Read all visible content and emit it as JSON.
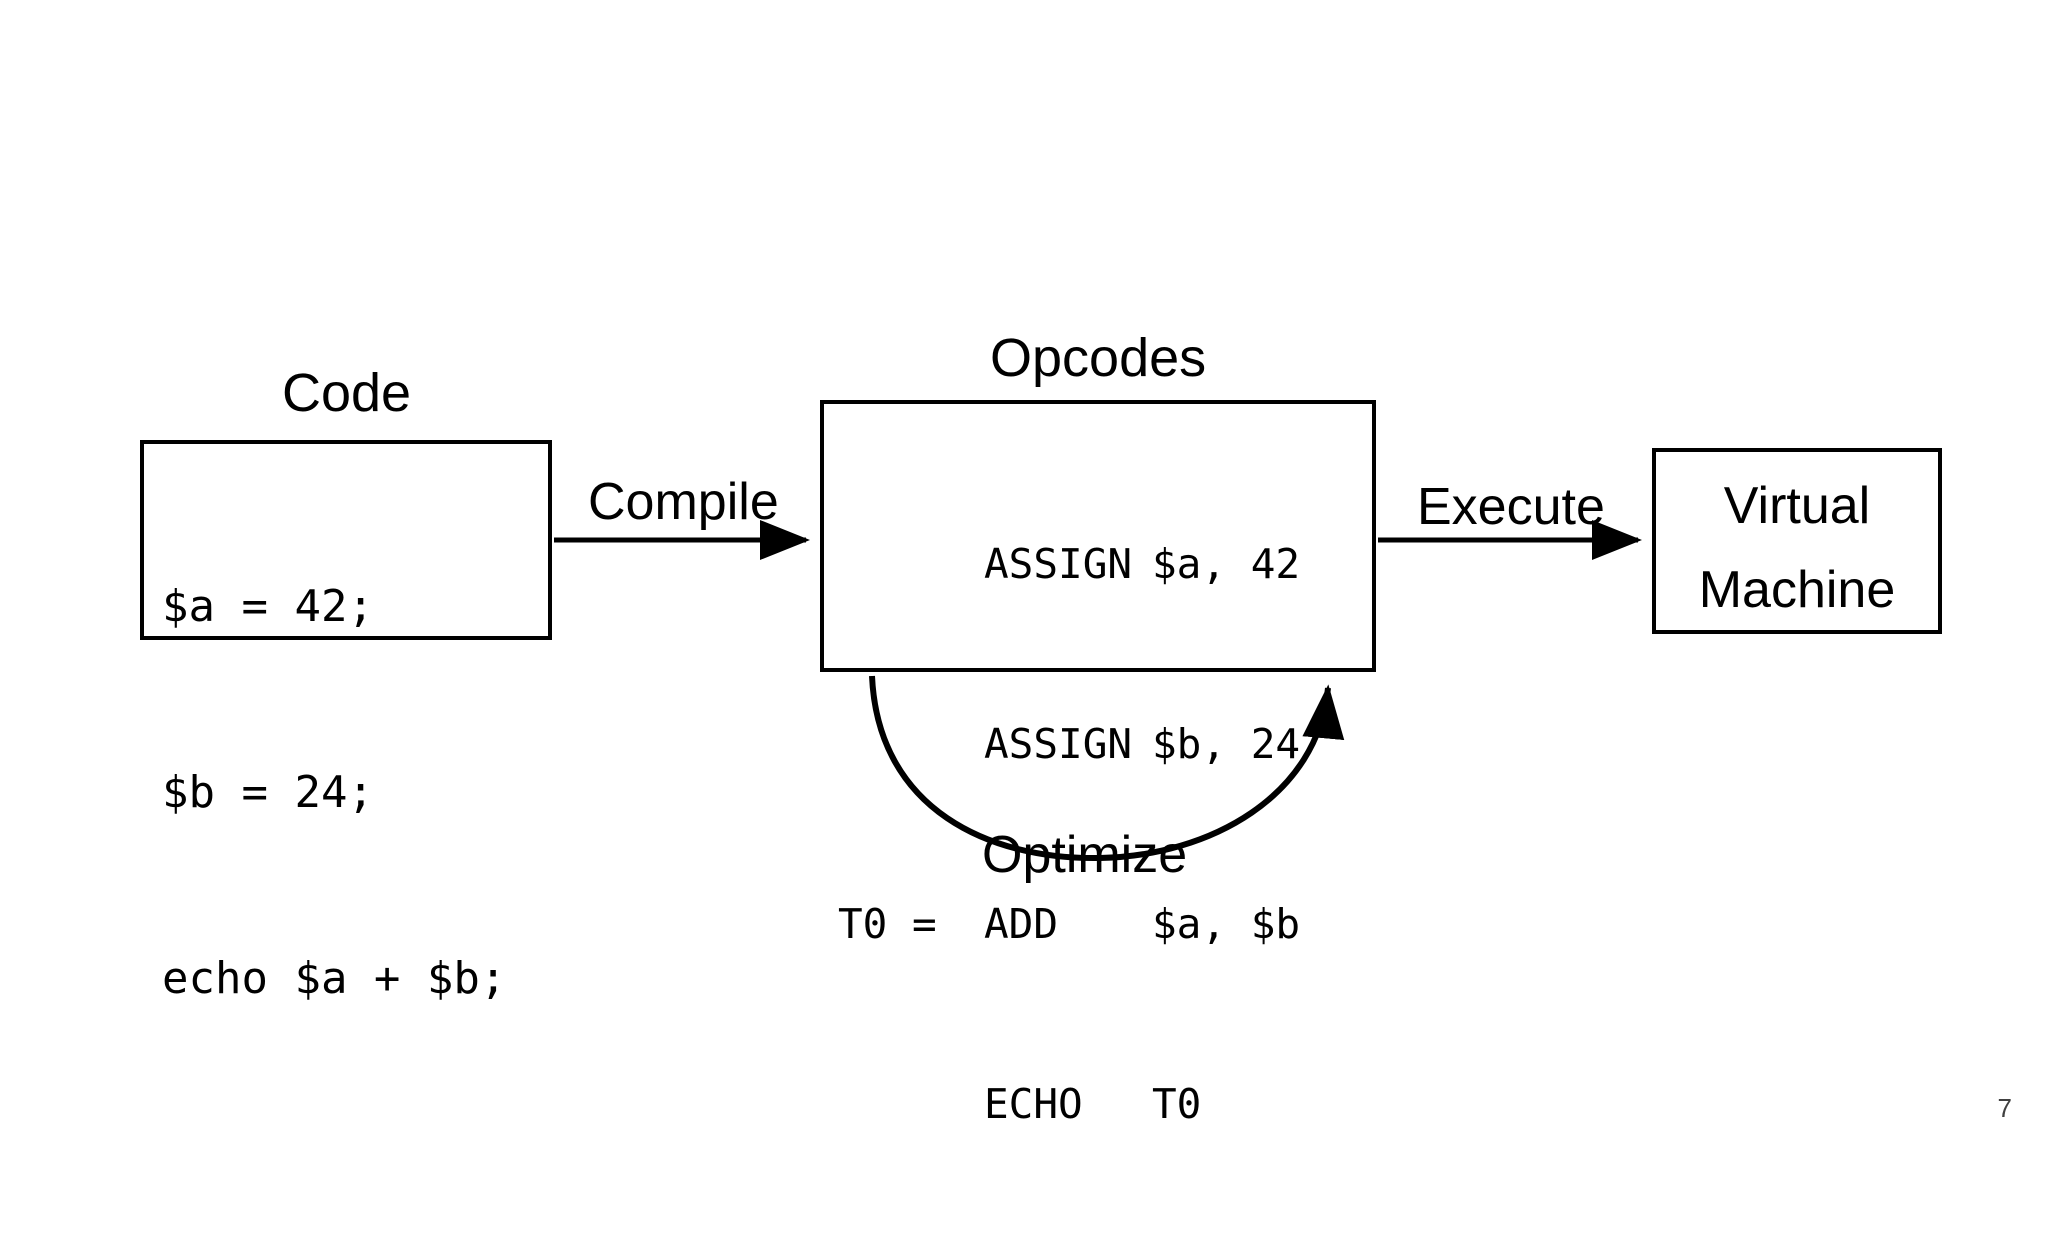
{
  "slide": {
    "page_number": "7",
    "background_color": "#ffffff",
    "stroke_color": "#000000"
  },
  "code_block": {
    "title": "Code",
    "lines": [
      "$a = 42;",
      "$b = 24;",
      "echo $a + $b;"
    ]
  },
  "opcodes_block": {
    "title": "Opcodes",
    "rows": [
      {
        "dest": "",
        "op": "ASSIGN",
        "args": "$a, 42"
      },
      {
        "dest": "",
        "op": "ASSIGN",
        "args": "$b, 24"
      },
      {
        "dest": "T0 =",
        "op": "ADD",
        "args": "$a, $b"
      },
      {
        "dest": "",
        "op": "ECHO",
        "args": "T0"
      }
    ]
  },
  "vm_block": {
    "lines": [
      "Virtual",
      "Machine"
    ]
  },
  "arrows": {
    "compile": "Compile",
    "execute": "Execute",
    "optimize": "Optimize"
  }
}
